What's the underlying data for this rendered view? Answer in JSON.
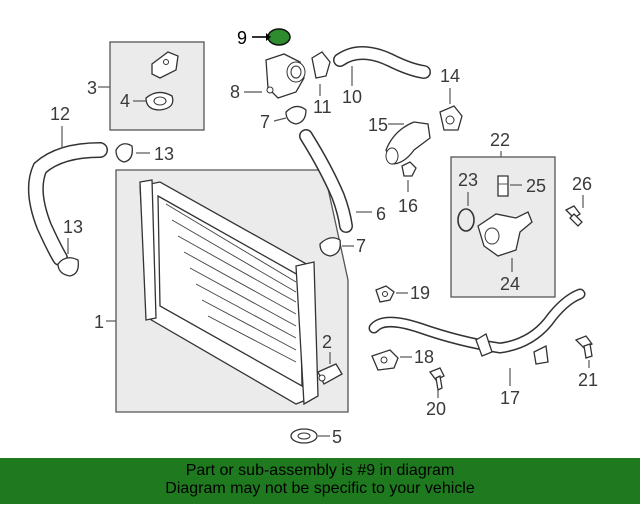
{
  "callouts": {
    "c1": "1",
    "c2": "2",
    "c3": "3",
    "c4": "4",
    "c5": "5",
    "c6": "6",
    "c7a": "7",
    "c7b": "7",
    "c8": "8",
    "c9": "9",
    "c10": "10",
    "c11": "11",
    "c12": "12",
    "c13a": "13",
    "c13b": "13",
    "c14": "14",
    "c15": "15",
    "c16": "16",
    "c17": "17",
    "c18": "18",
    "c19": "19",
    "c20": "20",
    "c21": "21",
    "c22": "22",
    "c23": "23",
    "c24": "24",
    "c25": "25",
    "c26": "26"
  },
  "highlight": {
    "part_number": "9",
    "color": "#2e8b2e"
  },
  "banner": {
    "line1": "Part or sub-assembly is #9 in diagram",
    "line2": "Diagram may not be specific to your vehicle",
    "color": "#1f7a1f"
  }
}
